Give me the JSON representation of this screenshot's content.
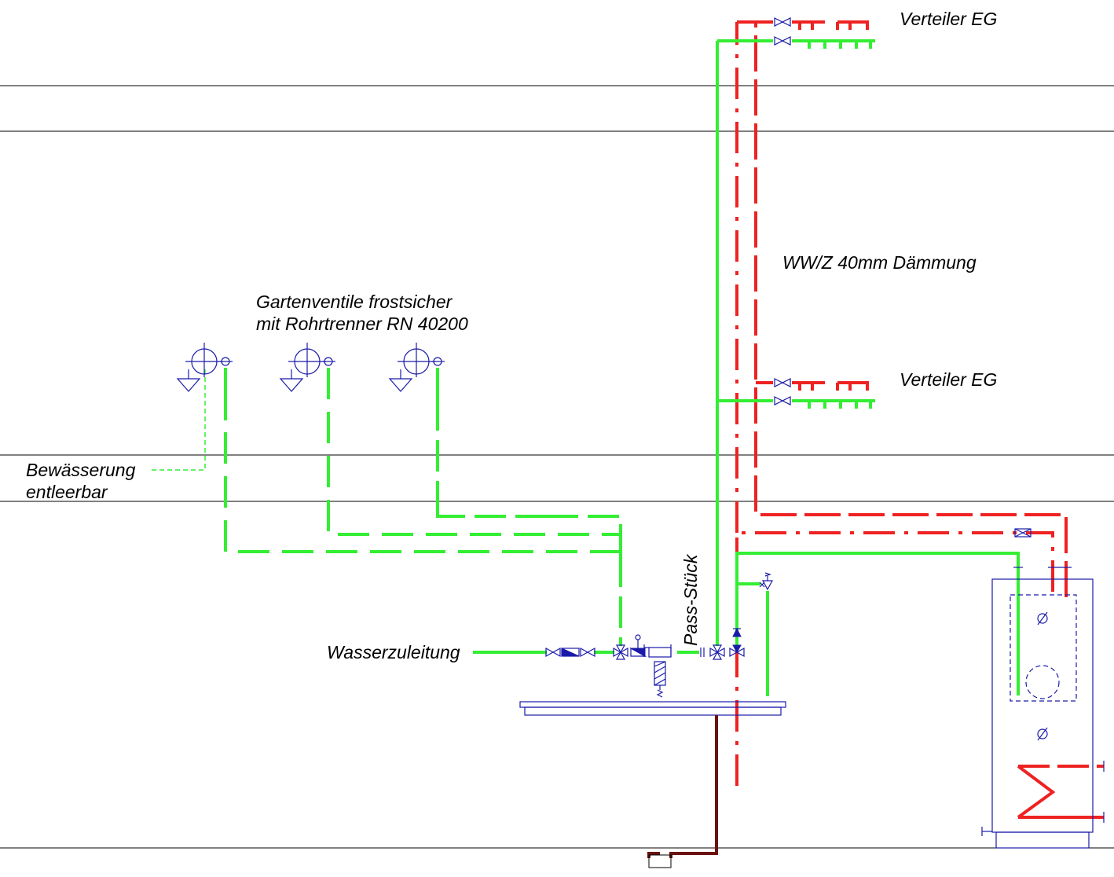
{
  "labels": {
    "verteiler_top": "Verteiler EG",
    "verteiler_mid": "Verteiler EG",
    "ww_z": "WW/Z 40mm Dämmung",
    "garten_line1": "Gartenventile frostsicher",
    "garten_line2": "mit Rohrtrenner RN 40200",
    "bewaesserung_line1": "Bewässerung",
    "bewaesserung_line2": "entleerbar",
    "wasserzuleitung": "Wasserzuleitung",
    "pass_stueck": "Pass-Stück"
  },
  "colors": {
    "cold_water": "#33ee33",
    "hot_water": "#ee2222",
    "fittings": "#1a1aaa",
    "drain": "#6b1111",
    "floor_lines": "#000000"
  },
  "icons": {
    "garden_valve": "garden-valve-icon",
    "gate_valve": "gate-valve-icon",
    "check_valve": "check-valve-icon",
    "filter": "filter-icon",
    "safety_valve": "safety-valve-icon",
    "boiler": "hot-water-storage-tank-icon",
    "heat_exchanger": "heat-exchanger-coil-icon"
  }
}
